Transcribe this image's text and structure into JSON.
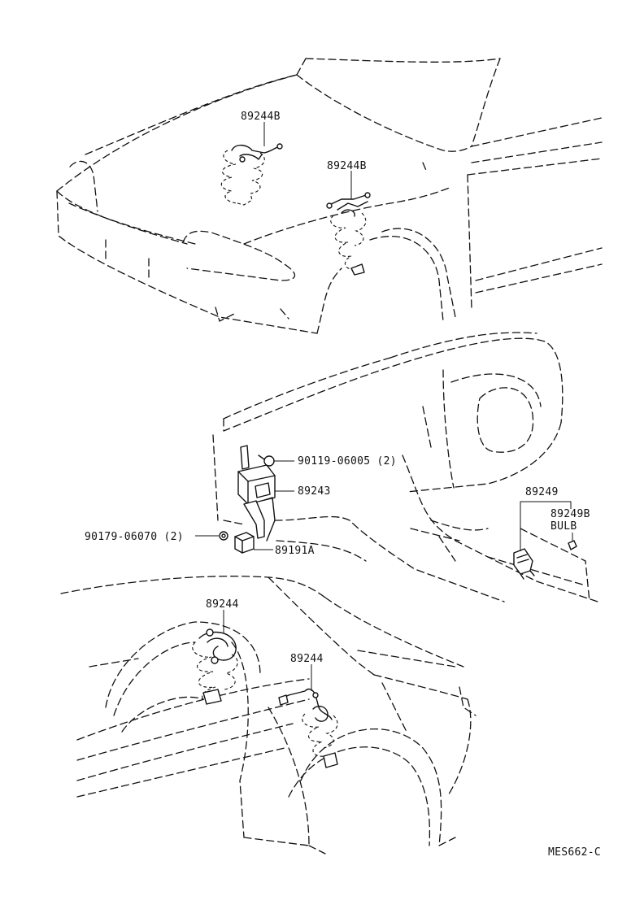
{
  "callouts": {
    "p1": "89244B",
    "p2": "89244B",
    "p3": "90119-06005 (2)",
    "p4": "89243",
    "p5": "90179-06070 (2)",
    "p6": "89191A",
    "p7": "89249",
    "p8": "89249B",
    "p9": "BULB",
    "p10": "89244",
    "p11": "89244"
  },
  "figure_code": "MES662-C"
}
